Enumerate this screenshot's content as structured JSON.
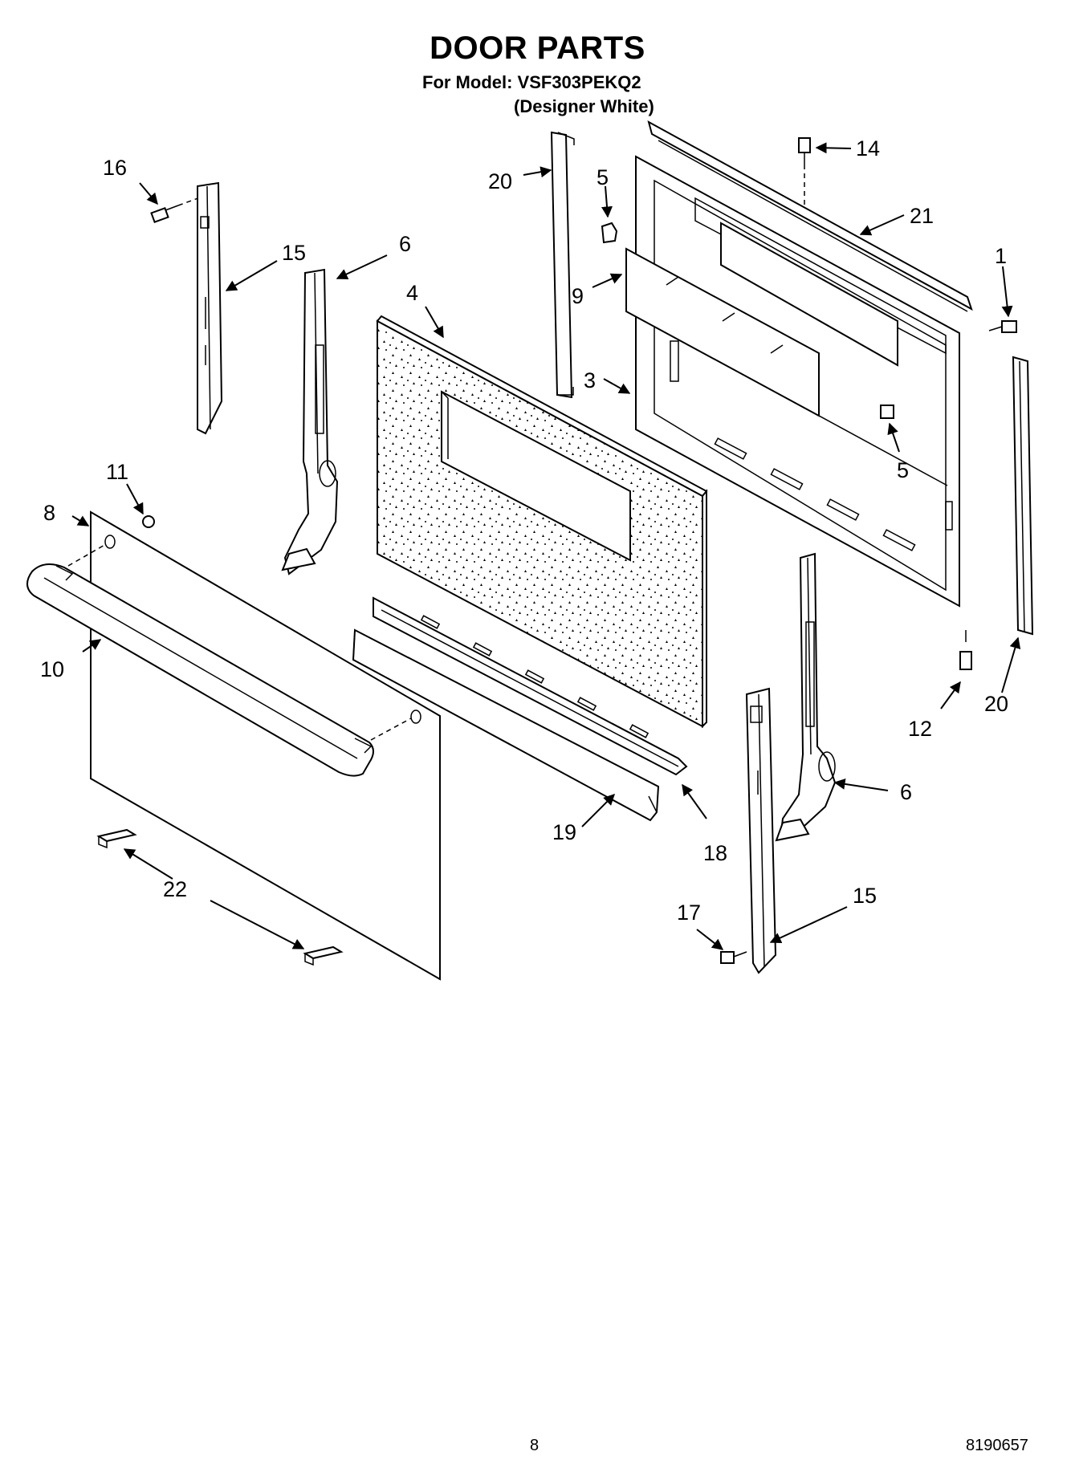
{
  "header": {
    "title": "DOOR PARTS",
    "model_line": "For Model: VSF303PEKQ2",
    "variant_line": "(Designer White)"
  },
  "callouts": [
    "16",
    "15",
    "6",
    "4",
    "20",
    "5",
    "14",
    "21",
    "1",
    "9",
    "3",
    "5",
    "11",
    "8",
    "10",
    "20",
    "12",
    "6",
    "19",
    "18",
    "22",
    "15",
    "17"
  ],
  "footer": {
    "page_number": "8",
    "doc_number": "8190657"
  }
}
